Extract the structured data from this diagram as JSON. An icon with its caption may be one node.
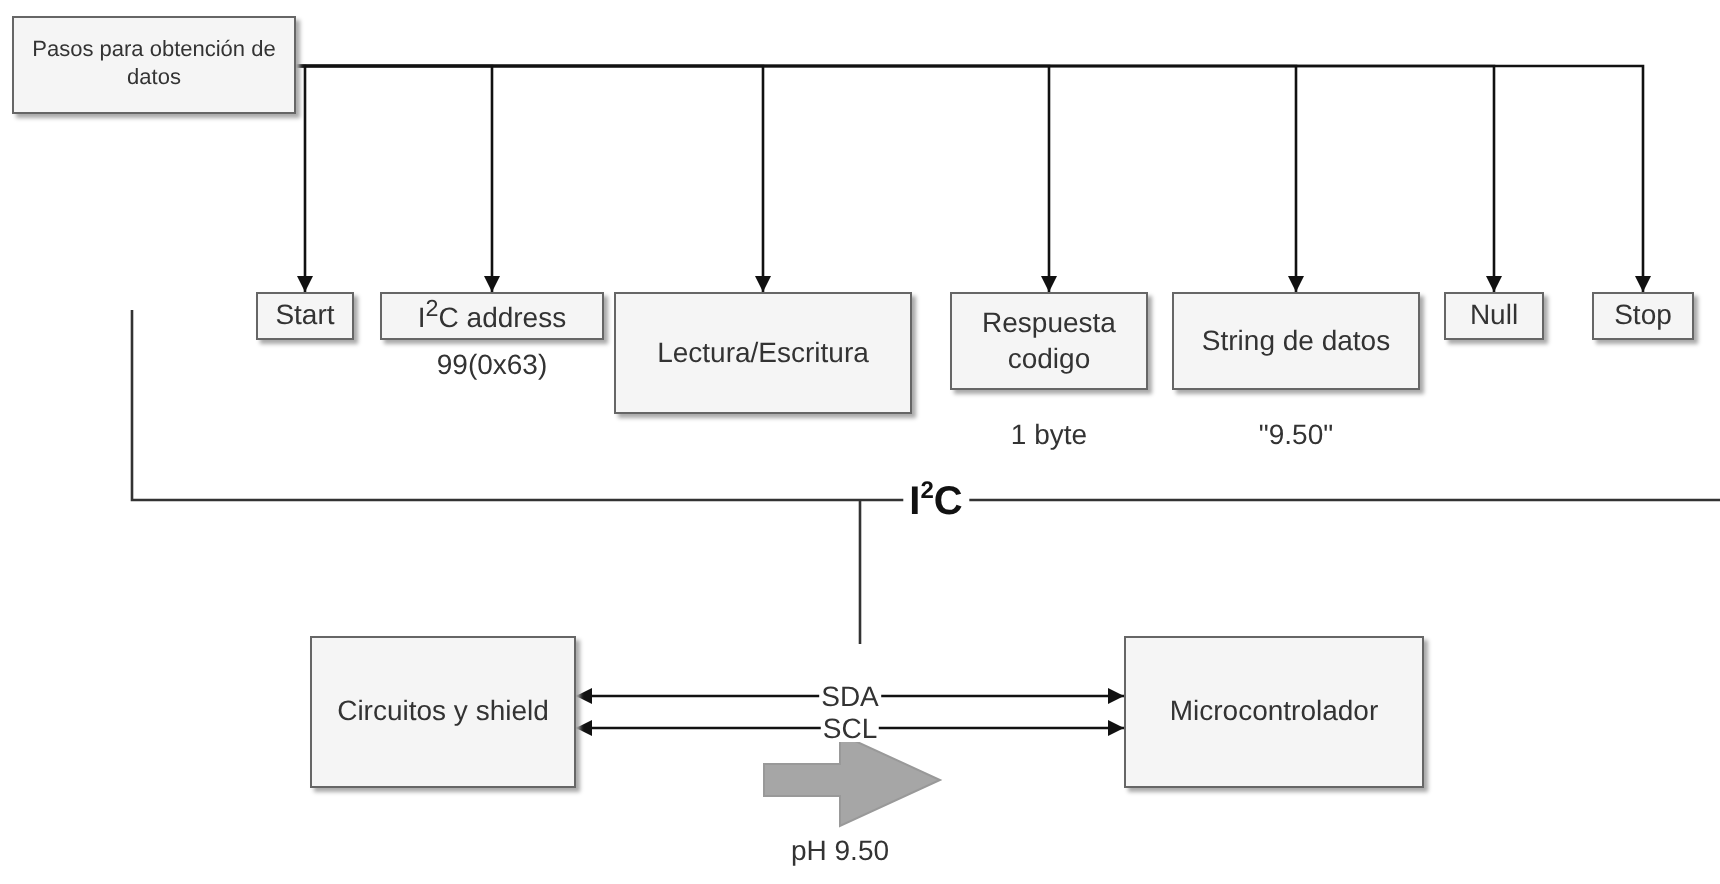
{
  "diagram": {
    "nodes": [
      {
        "text": [
          "Pasos para obtención de datos"
        ]
      },
      {
        "text": [
          "Start"
        ]
      },
      {
        "text": [
          "I$^{2}$C address"
        ],
        "beside": [
          "99(0x63)"
        ]
      },
      {
        "text": [
          "Lectura/Escritura"
        ]
      },
      {
        "text": [
          "Respuesta codigo"
        ],
        "beside": [
          "1 byte"
        ]
      },
      {
        "text": [
          "String de datos"
        ],
        "beside": [
          "\"9.50\""
        ]
      },
      {
        "text": [
          "Null"
        ]
      },
      {
        "text": [
          "Stop"
        ]
      },
      {
        "text": [
          "Circuitos y shield"
        ]
      },
      {
        "text": [
          "Microcontrolador"
        ]
      }
    ],
    "edges": [
      {
        "from": 0,
        "to": 1,
        "arrow": "to"
      },
      {
        "from": 0,
        "to": 2,
        "arrow": "to"
      },
      {
        "from": 0,
        "to": 3,
        "arrow": "to"
      },
      {
        "from": 0,
        "to": 4,
        "arrow": "to"
      },
      {
        "from": 0,
        "to": 5,
        "arrow": "to"
      },
      {
        "from": 0,
        "to": 6,
        "arrow": "to"
      },
      {
        "from": 0,
        "to": 7,
        "arrow": "to"
      },
      {
        "from": 8,
        "to": 9,
        "arrow": "both",
        "label": "SDA"
      },
      {
        "from": 8,
        "to": 9,
        "arrow": "both",
        "label": "SCL"
      }
    ],
    "labels": [
      "I$^{2}$C",
      "pH 9.50"
    ]
  }
}
